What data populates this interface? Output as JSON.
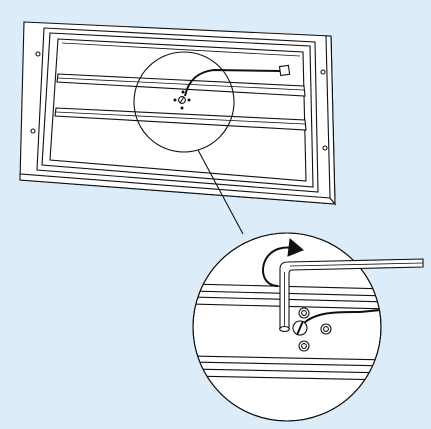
{
  "diagram": {
    "subject": "assembly-instruction-illustration",
    "elements": [
      "frame-panel",
      "louver-slats",
      "cable-with-connector",
      "detail-magnifier-circle",
      "hex-key",
      "rotation-arrow",
      "screws"
    ]
  },
  "colors": {
    "background": "#dcecf8",
    "line": "#111111",
    "fill": "#ffffff"
  }
}
